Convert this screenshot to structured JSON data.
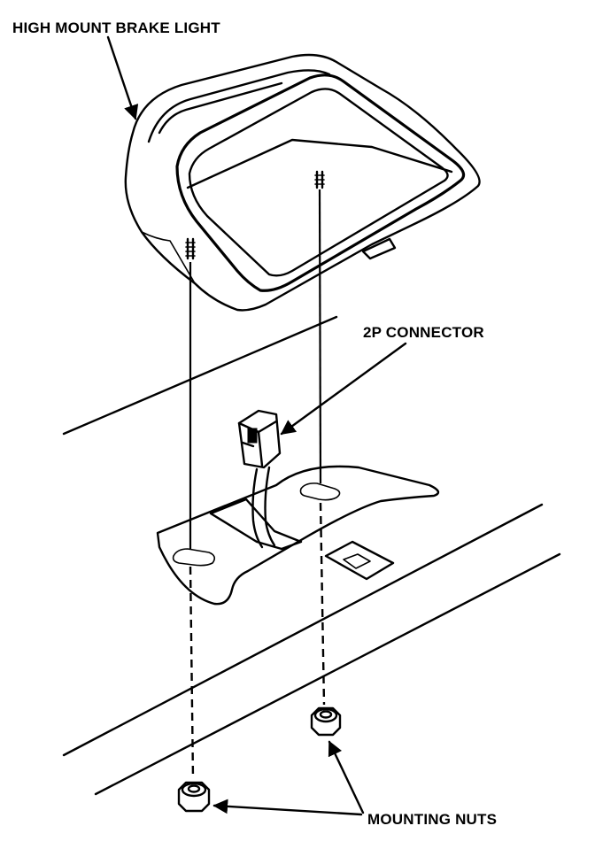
{
  "callouts": {
    "brake_light": "HIGH MOUNT BRAKE LIGHT",
    "connector": "2P CONNECTOR",
    "mounting_nuts": "MOUNTING NUTS"
  }
}
